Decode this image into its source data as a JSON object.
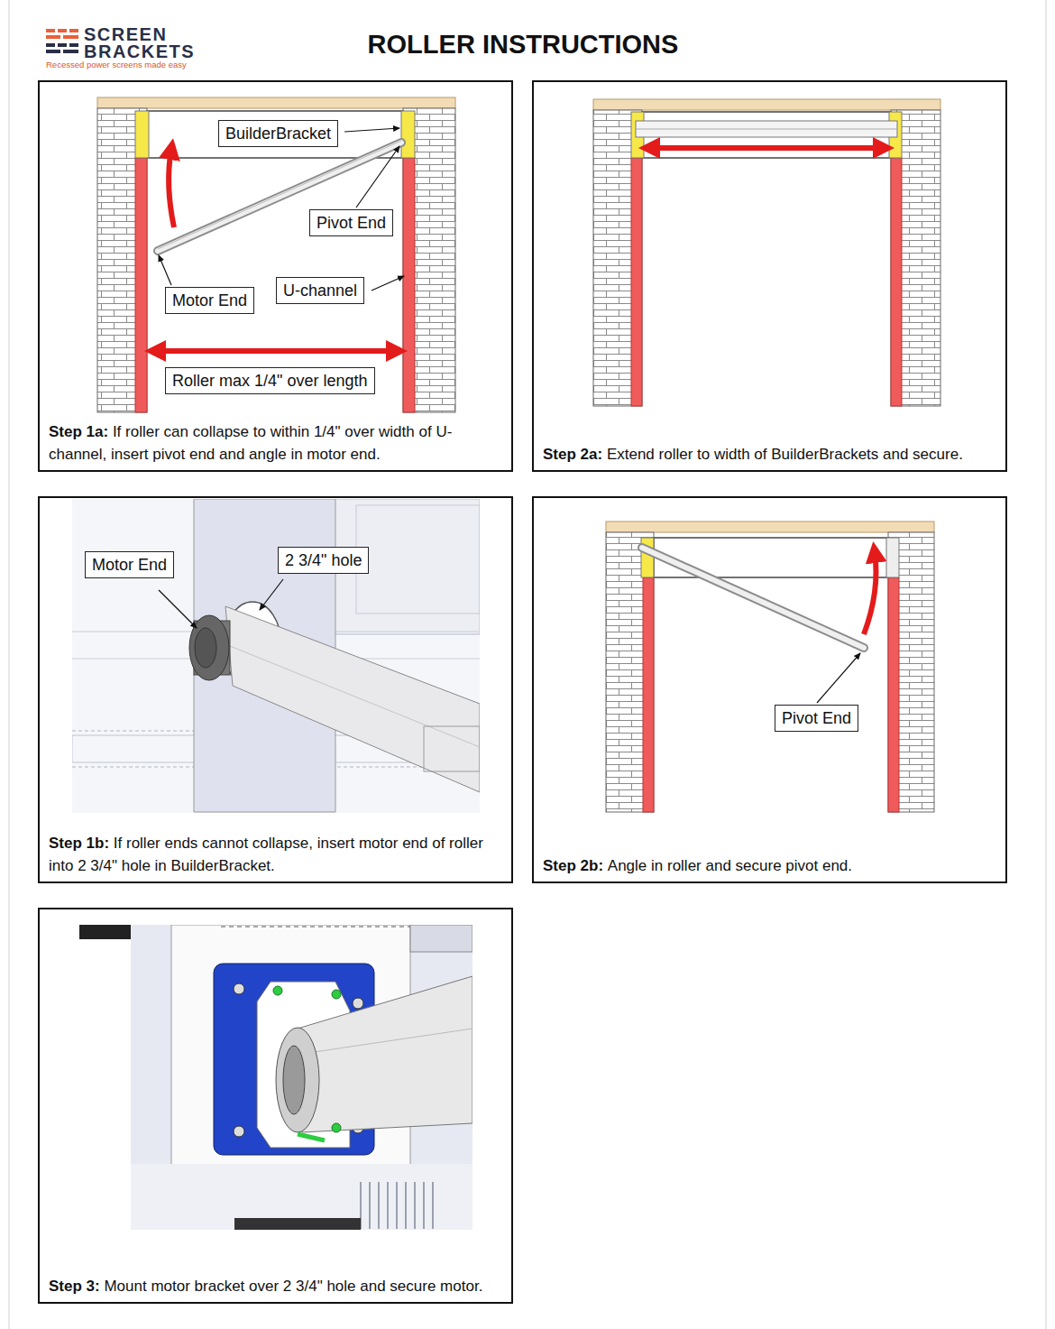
{
  "diagram": {
    "title": "ROLLER INSTRUCTIONS",
    "nodes": [
      {
        "text": [
          "Step 1a:",
          "If roller can collapse to within 1/4\" over width of U-channel, insert pivot end and angle in motor end."
        ]
      },
      {
        "text": [
          "BuilderBracket"
        ],
        "in": 0
      },
      {
        "text": [
          "Pivot End"
        ],
        "in": 0
      },
      {
        "text": [
          "Motor End"
        ],
        "in": 0
      },
      {
        "text": [
          "U-channel"
        ],
        "in": 0
      },
      {
        "text": [
          "Roller max 1/4\" over length"
        ],
        "in": 0
      },
      {
        "text": [
          "Step 2a:",
          "Extend roller to width of BuilderBrackets and secure."
        ]
      },
      {
        "text": [
          "Step 1b:",
          "If roller ends cannot collapse, insert motor end of roller into 2 3/4\" hole in BuilderBracket."
        ]
      },
      {
        "text": [
          "Motor End"
        ],
        "in": 7
      },
      {
        "text": [
          "2 3/4\" hole"
        ],
        "in": 7
      },
      {
        "text": [
          "Step 2b:",
          "Angle in roller and secure pivot end."
        ]
      },
      {
        "text": [
          "Pivot End"
        ],
        "in": 10
      },
      {
        "text": [
          "Step 3:",
          "Mount motor bracket over 2 3/4\" hole and secure motor."
        ]
      }
    ],
    "labels": [
      "SCREEN",
      "BRACKETS",
      "Recessed power screens made easy"
    ]
  }
}
